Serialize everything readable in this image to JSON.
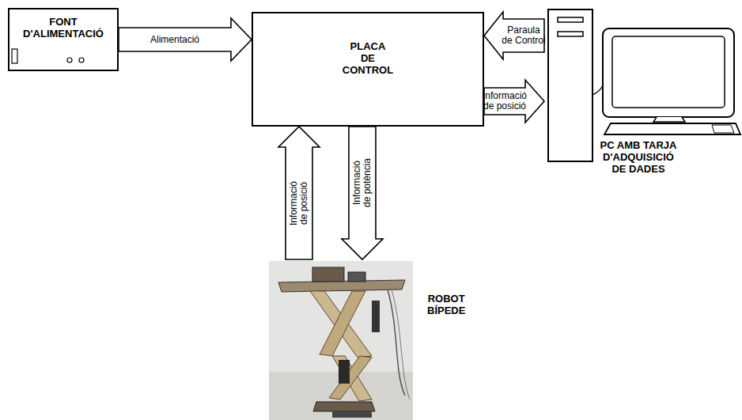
{
  "diagram": {
    "nodes": [
      {
        "text": [
          "FONT D'ALIMENTACIÓ"
        ]
      },
      {
        "text": [
          "PLACA DE CONTROL"
        ]
      },
      {
        "text": [
          "PC AMB TARJA D'ADQUISICIÓ DE DADES"
        ]
      },
      {
        "text": [
          "ROBOT BÍPEDE"
        ]
      }
    ],
    "edges": [
      {
        "from": 0,
        "to": 1,
        "label": "Alimentació",
        "arrow": "to"
      },
      {
        "from": 2,
        "to": 1,
        "label": "Paraula de Control",
        "arrow": "to"
      },
      {
        "from": 1,
        "to": 2,
        "label": "Informació de posició",
        "arrow": "to"
      },
      {
        "from": 3,
        "to": 1,
        "label": "Informació de posició",
        "arrow": "to"
      },
      {
        "from": 1,
        "to": 3,
        "label": "Informació de potència",
        "arrow": "to"
      }
    ]
  }
}
